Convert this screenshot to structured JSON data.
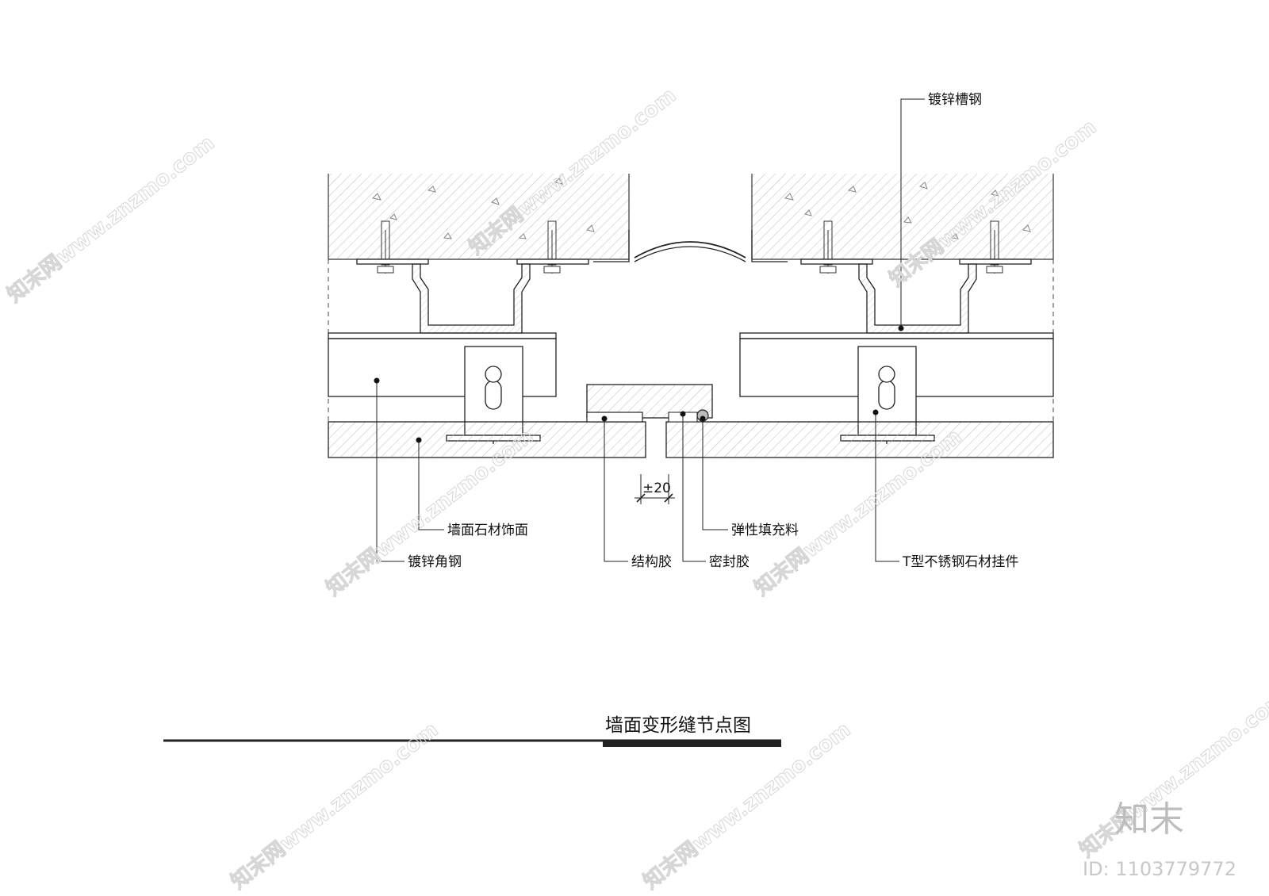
{
  "drawing": {
    "title": "墙面变形缝节点图",
    "dimension": "±20",
    "labels": {
      "channel_steel": "镀锌槽钢",
      "stone_facing": "墙面石材饰面",
      "angle_steel": "镀锌角钢",
      "structural_adhesive": "结构胶",
      "sealant": "密封胶",
      "elastic_filler": "弹性填充料",
      "t_hanger": "T型不锈钢石材挂件"
    }
  },
  "watermark": {
    "text": "知末网www.znzmo.com",
    "brand": "知末",
    "id_text": "ID: 1103779772"
  }
}
